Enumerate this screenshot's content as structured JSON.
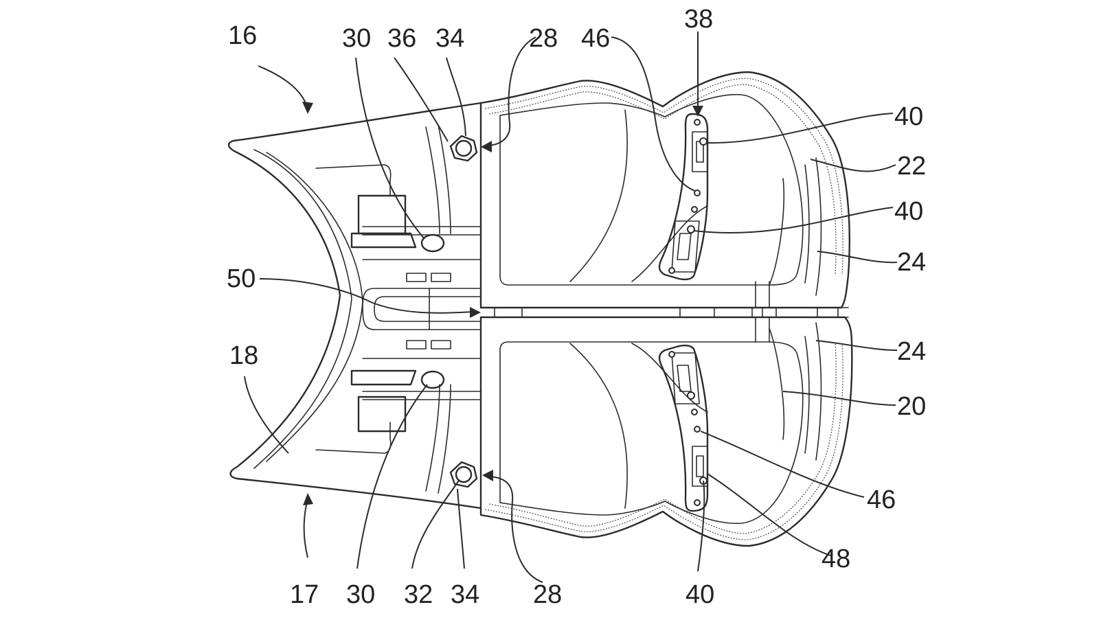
{
  "figure": {
    "reference_numerals": {
      "n16": "16",
      "n17": "17",
      "n18": "18",
      "n20": "20",
      "n22": "22",
      "n24_top": "24",
      "n24_bottom": "24",
      "n28_top": "28",
      "n28_bottom": "28",
      "n30_top": "30",
      "n30_bottom": "30",
      "n32": "32",
      "n34_top": "34",
      "n34_bottom": "34",
      "n36": "36",
      "n38": "38",
      "n40_a": "40",
      "n40_b": "40",
      "n40_c": "40",
      "n46_top": "46",
      "n46_bottom": "46",
      "n48": "48",
      "n50": "50"
    }
  }
}
